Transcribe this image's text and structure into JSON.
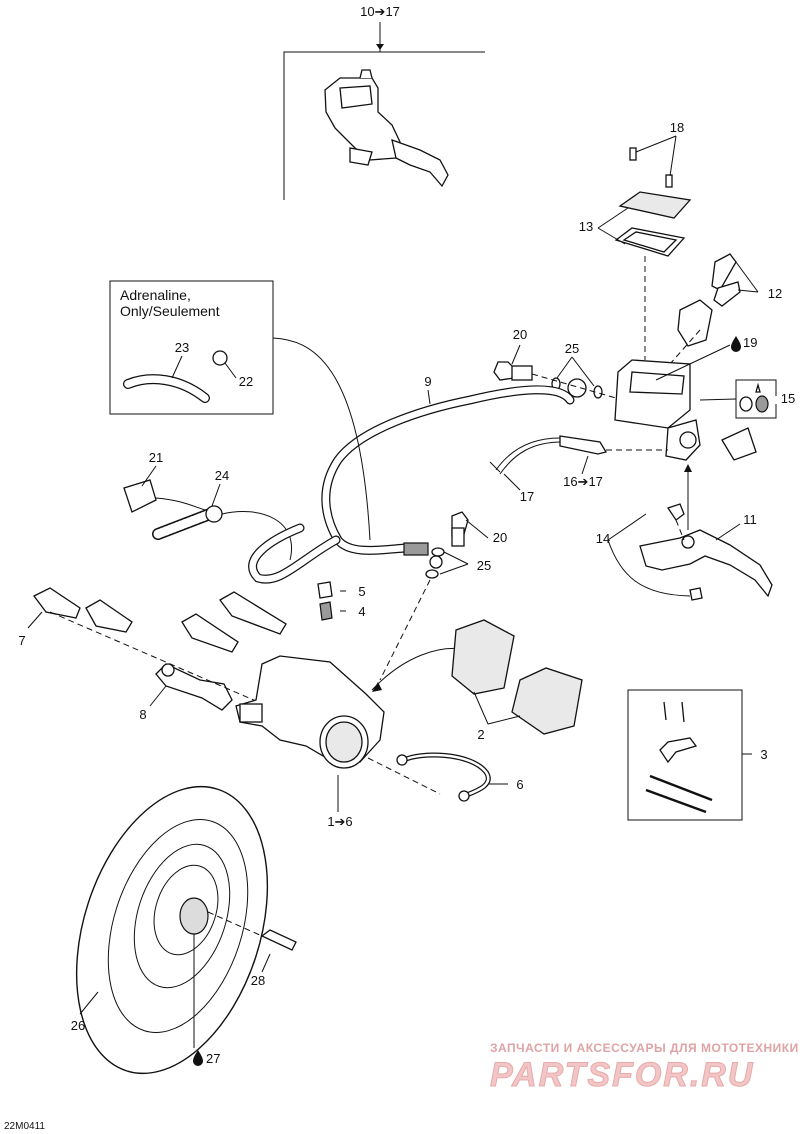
{
  "diagram_id": "22M0411",
  "inset_box": {
    "line1": "Adrenaline,",
    "line2": "Only/Seulement"
  },
  "callouts": {
    "c10_17": "10➔17",
    "c18": "18",
    "c13": "13",
    "c12": "12",
    "c19": "19",
    "c20a": "20",
    "c25a": "25",
    "c15": "15",
    "c9": "9",
    "c23": "23",
    "c22": "22",
    "c21": "21",
    "c24": "24",
    "c16_17": "16➔17",
    "c17": "17",
    "c20b": "20",
    "c25b": "25",
    "c11": "11",
    "c14": "14",
    "c5": "5",
    "c4": "4",
    "c7": "7",
    "c8": "8",
    "c2": "2",
    "c3": "3",
    "c6": "6",
    "c1_6": "1➔6",
    "c28": "28",
    "c26": "26",
    "c27": "27"
  },
  "watermark": {
    "tagline": "ЗАПЧАСТИ И АКСЕССУАРЫ ДЛЯ МОТОТЕХНИКИ",
    "brand": "PARTSFOR.RU"
  },
  "icons": [
    "oil-drop-icon",
    "oil-drop-icon"
  ]
}
